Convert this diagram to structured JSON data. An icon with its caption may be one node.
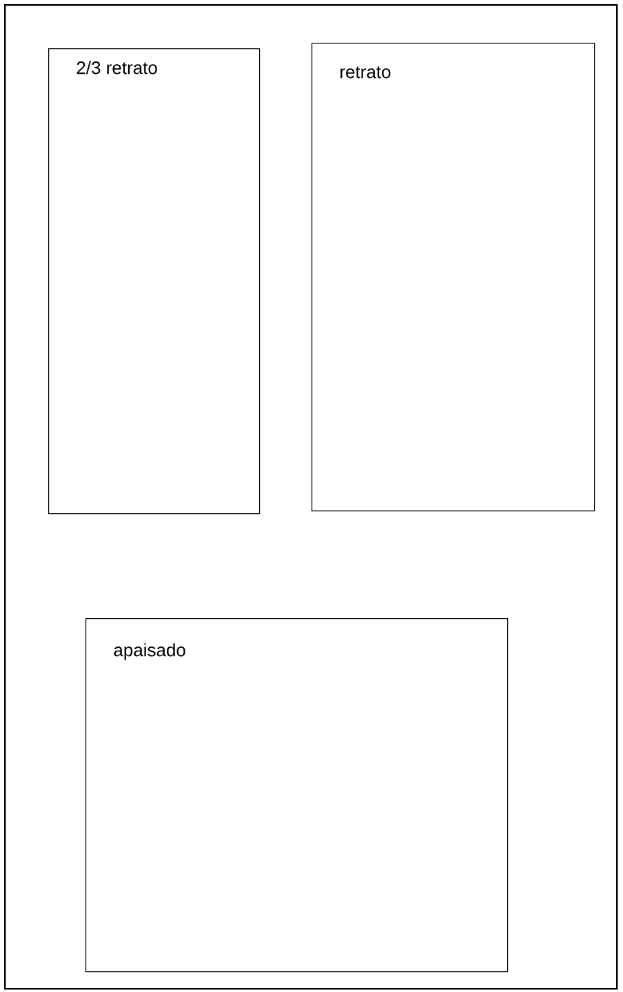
{
  "diagram": {
    "nodes": [
      {
        "text": [],
        "shape": "box"
      },
      {
        "text": [
          "2/3 retrato"
        ],
        "in": 0
      },
      {
        "text": [
          "retrato"
        ],
        "in": 0
      },
      {
        "text": [
          "apaisado"
        ],
        "in": 0
      }
    ]
  }
}
